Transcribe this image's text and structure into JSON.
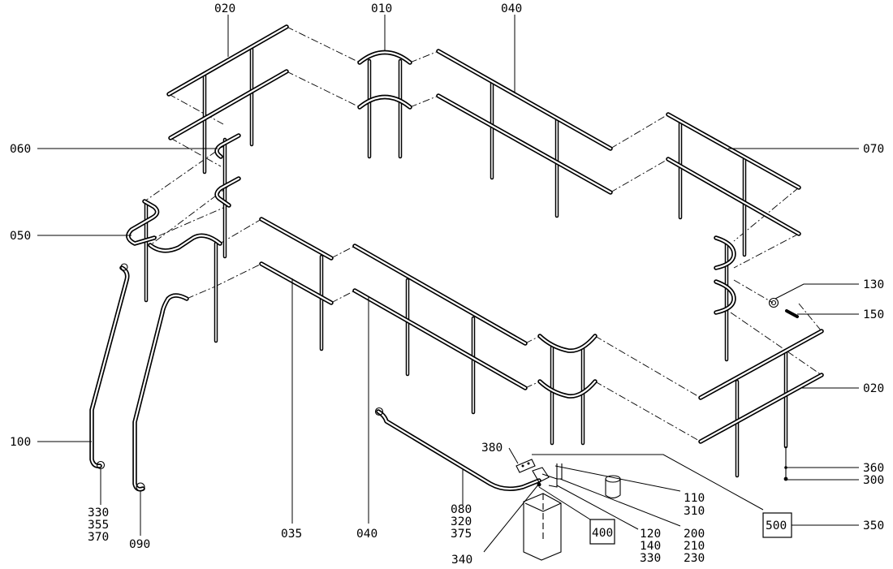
{
  "callouts": {
    "c020_top": "020",
    "c010": "010",
    "c040_top": "040",
    "c060": "060",
    "c070": "070",
    "c050": "050",
    "c130": "130",
    "c150": "150",
    "c020_right": "020",
    "c100": "100",
    "c360": "360",
    "c300": "300",
    "c380": "380",
    "c110": "110",
    "c310": "310",
    "c350": "350",
    "c200": "200",
    "c210": "210",
    "c230": "230",
    "c120": "120",
    "c140": "140",
    "c330b": "330",
    "c080": "080",
    "c320": "320",
    "c375": "375",
    "c330": "330",
    "c355": "355",
    "c370": "370",
    "c090": "090",
    "c035": "035",
    "c040_bottom": "040",
    "c340": "340"
  },
  "boxes": {
    "b400": "400",
    "b500": "500"
  }
}
